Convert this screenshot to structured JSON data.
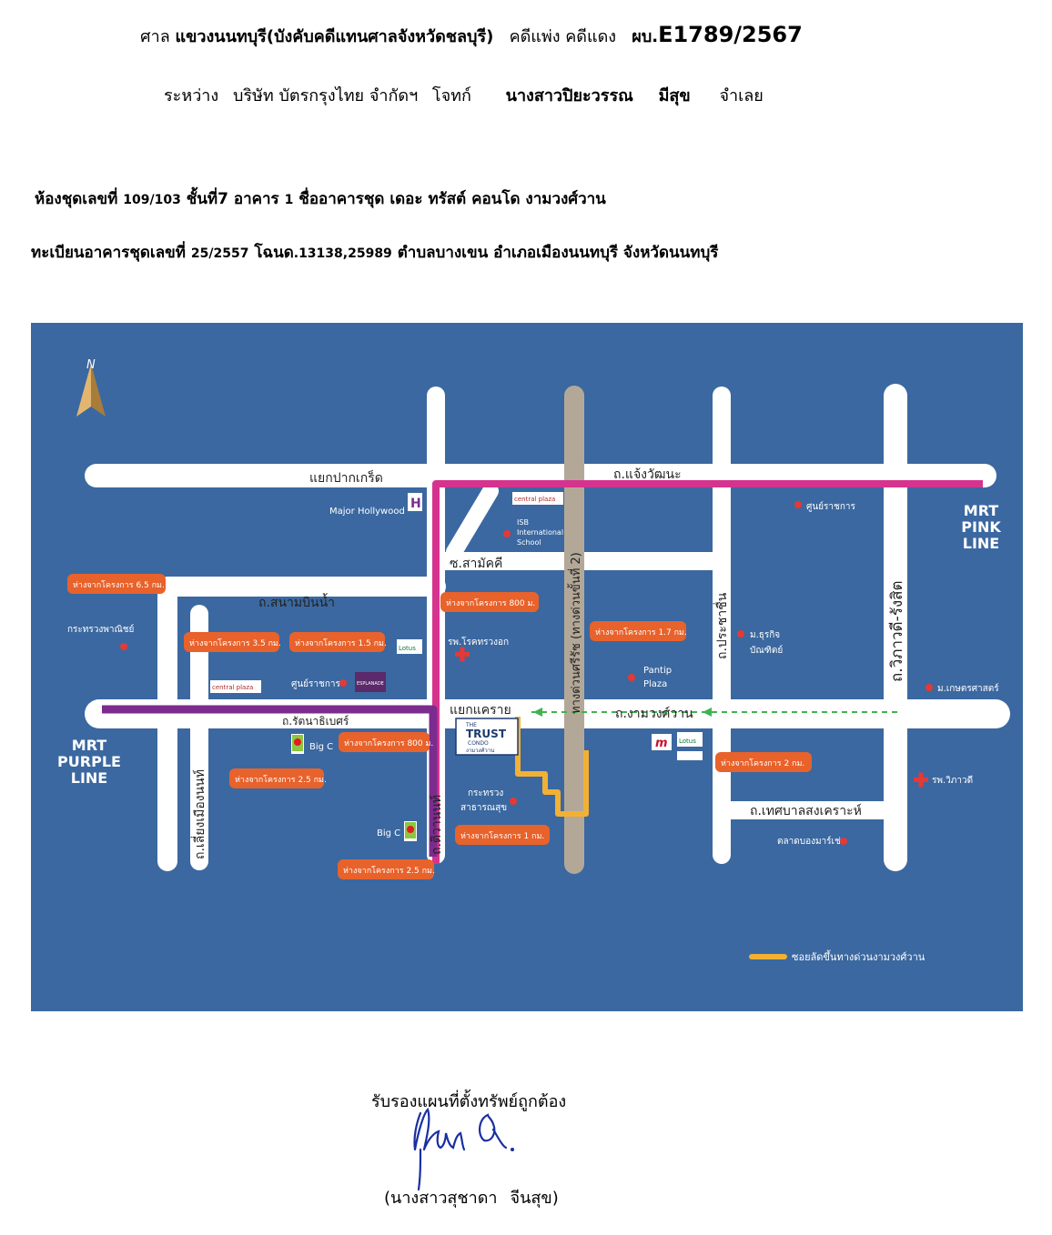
{
  "header": {
    "court_prefix": "ศาล",
    "court_name": "แขวงนนทบุรี(บังคับคดีแทนศาลจังหวัดชลบุรี)",
    "case_type": "คดีแพ่ง คดีแดง",
    "case_number_prefix": "ผบ.",
    "case_number": "E1789/2567",
    "between": "ระหว่าง",
    "plaintiff": "บริษัท บัตรกรุงไทย จำกัดฯ",
    "plaintiff_role": "โจทก์",
    "defendant_first": "นางสาวปิยะวรรณ",
    "defendant_last": "มีสุข",
    "defendant_role": "จำเลย"
  },
  "property": {
    "line1_a": "ห้องชุดเลขที่",
    "line1_b": "109/103",
    "line1_c": "ชั้นที่7 อาคาร",
    "line1_d": "1",
    "line1_e": "ชื่ออาคารชุด เดอะ ทรัสต์ คอนโด งามวงศ์วาน",
    "line2_a": "ทะเบียนอาคารชุดเลขที่",
    "line2_b": "25/2557",
    "line2_c": "โฉนด",
    "line2_d": ".13138,25989",
    "line2_e": "ตำบลบางเขน อำเภอเมืองนนทบุรี จังหวัดนนทบุรี"
  },
  "map": {
    "colors": {
      "background": "#3b68a0",
      "road": "#ffffff",
      "expressway": "#b3a898",
      "pink_line": "#d6338f",
      "purple_line": "#7b2c8e",
      "badge": "#e8622b",
      "marker": "#e53935",
      "soi": "#f2b134",
      "route": "#3fb34f"
    },
    "roads": {
      "paknkret": "แยกปากเกร็ด",
      "chaengwattana": "ถ.แจ้งวัฒนะ",
      "samakkhi": "ซ.สามัคคี",
      "sanambinnam": "ถ.สนามบินน้ำ",
      "rattanathibet": "ถ.รัตนาธิเบศร์",
      "khae_rai": "แยกแคราย",
      "ngamwongwan": "ถ.งามวงศ์วาน",
      "tiwanon": "ถ.ติวานนท์",
      "liang_mueang": "ถ.เลี่ยงเมืองนนท์",
      "prachachuen": "ถ.ประชาชื่น",
      "vibhavadi": "ถ.วิภาวดี-รังสิต",
      "thetsaban": "ถ.เทศบาลสงเคราะห์",
      "expressway": "ทางด่วนศรีรัช (ทางด่วนขั้นที่ 2)"
    },
    "lines": {
      "pink_1": "MRT",
      "pink_2": "PINK",
      "pink_3": "LINE",
      "purple_1": "MRT",
      "purple_2": "PURPLE",
      "purple_3": "LINE"
    },
    "places": {
      "major": "Major Hollywood",
      "isb_1": "ISB",
      "isb_2": "International",
      "isb_3": "School",
      "central_top": "central plaza",
      "central_left": "central plaza",
      "sunratchakan_top": "ศูนย์ราชการ",
      "sunratchakan_left": "ศูนย์ราชการ",
      "commerce": "กระทรวงพาณิชย์",
      "chest_hospital": "รพ.โรคทรวงอก",
      "pantip_1": "Pantip",
      "pantip_2": "Plaza",
      "dhurakij_1": "ม.ธุรกิจ",
      "dhurakij_2": "บัณฑิตย์",
      "kasetsart": "ม.เกษตรศาสตร์",
      "vibhavadi_hosp": "รพ.วิภาวดี",
      "health_1": "กระทรวง",
      "health_2": "สาธารณสุข",
      "bigc_1": "Big C",
      "bigc_2": "Big C",
      "bor_market": "ตลาดบองมาร์เช่",
      "esplanade": "ESPLANADE",
      "lotus_1": "Lotus",
      "lotus_2": "Lotus",
      "trust_1": "THE",
      "trust_2": "TRUST",
      "trust_3": "CONDO",
      "trust_4": "งามวงศ์วาน",
      "north": "N"
    },
    "badges": [
      "ห่างจากโครงการ 6.5 กม.",
      "ห่างจากโครงการ 3.5 กม.",
      "ห่างจากโครงการ 1.5 กม.",
      "ห่างจากโครงการ 800 ม.",
      "ห่างจากโครงการ 1.7 กม.",
      "ห่างจากโครงการ 800 ม.",
      "ห่างจากโครงการ 2.5 กม.",
      "ห่างจากโครงการ 2 กม.",
      "ห่างจากโครงการ 1 กม.",
      "ห่างจากโครงการ 2.5 กม."
    ],
    "legend_soi": "ซอยลัดขึ้นทางด่วนงามวงศ์วาน"
  },
  "signature": {
    "certify": "รับรองแผนที่ตั้งทรัพย์ถูกต้อง",
    "name_first": "(นางสาวสุชาดา",
    "name_last": "จีนสุข)"
  }
}
